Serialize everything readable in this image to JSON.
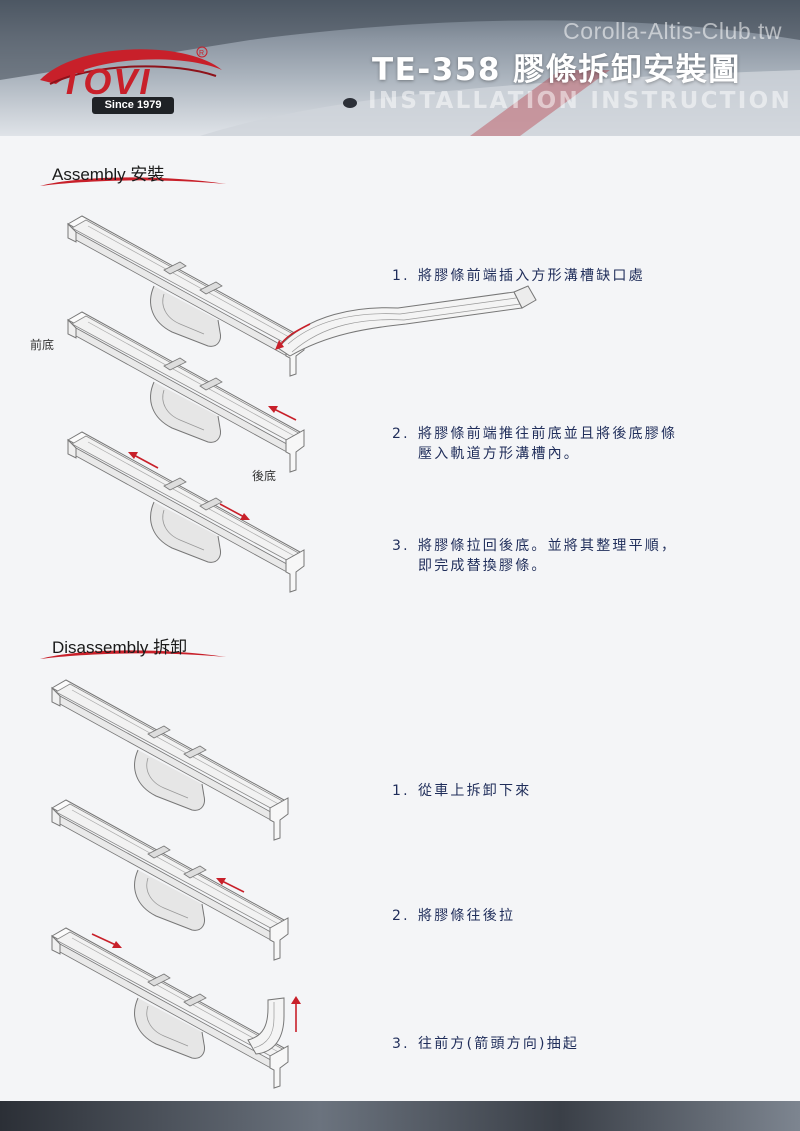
{
  "header": {
    "watermark": "Corolla-Altis-Club.tw",
    "title": "TE-358 膠條拆卸安裝圖",
    "subtitle": "INSTALLATION INSTRUCTION",
    "logo_text": "TOVI",
    "logo_since": "Since 1979"
  },
  "assembly": {
    "heading": "Assembly 安裝",
    "label_front": "前底",
    "label_rear": "後底",
    "steps": [
      {
        "num": "1.",
        "line1": "將膠條前端插入方形溝槽缺口處",
        "line2": ""
      },
      {
        "num": "2.",
        "line1": "將膠條前端推往前底並且將後底膠條",
        "line2": "壓入軌道方形溝槽內。"
      },
      {
        "num": "3.",
        "line1": "將膠條拉回後底。並將其整理平順，",
        "line2": "即完成替換膠條。"
      }
    ]
  },
  "disassembly": {
    "heading": "Disassembly 拆卸",
    "steps": [
      {
        "num": "1.",
        "line1": "從車上拆卸下來",
        "line2": ""
      },
      {
        "num": "2.",
        "line1": "將膠條往後拉",
        "line2": ""
      },
      {
        "num": "3.",
        "line1": "往前方(箭頭方向)抽起",
        "line2": ""
      }
    ]
  },
  "colors": {
    "accent_red": "#c8202a",
    "text_navy": "#1f2d5a",
    "line_gray": "#8a8a8a"
  }
}
